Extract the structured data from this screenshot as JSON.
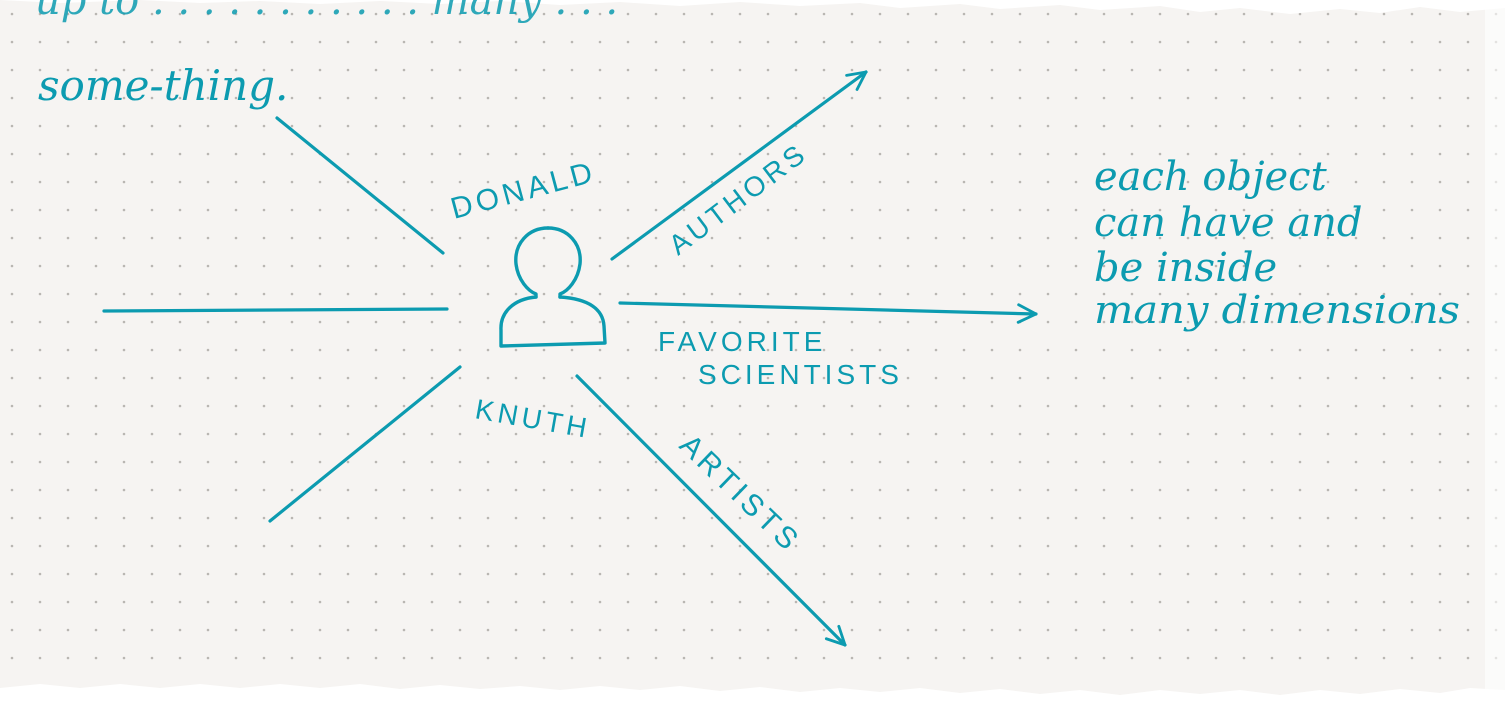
{
  "colors": {
    "ink": "#0c9bb0",
    "paper": "#f6f4f2",
    "dots": "#b9b6b2",
    "background": "#ffffff"
  },
  "top_note": {
    "partial_line": "up to . . . . . . . . . . . many . . .",
    "word": "some-thing."
  },
  "person": {
    "icon": "person-icon",
    "first_name": "DONALD",
    "last_name": "KNUTH"
  },
  "dimensions": {
    "authors": "AUTHORS",
    "favorite_scientists_line1": "FAVORITE",
    "favorite_scientists_line2": "SCIENTISTS",
    "artists": "ARTISTS"
  },
  "side_note": {
    "line1": "each object",
    "line2": "can have and",
    "line3": "be inside",
    "line4": "many dimensions"
  }
}
